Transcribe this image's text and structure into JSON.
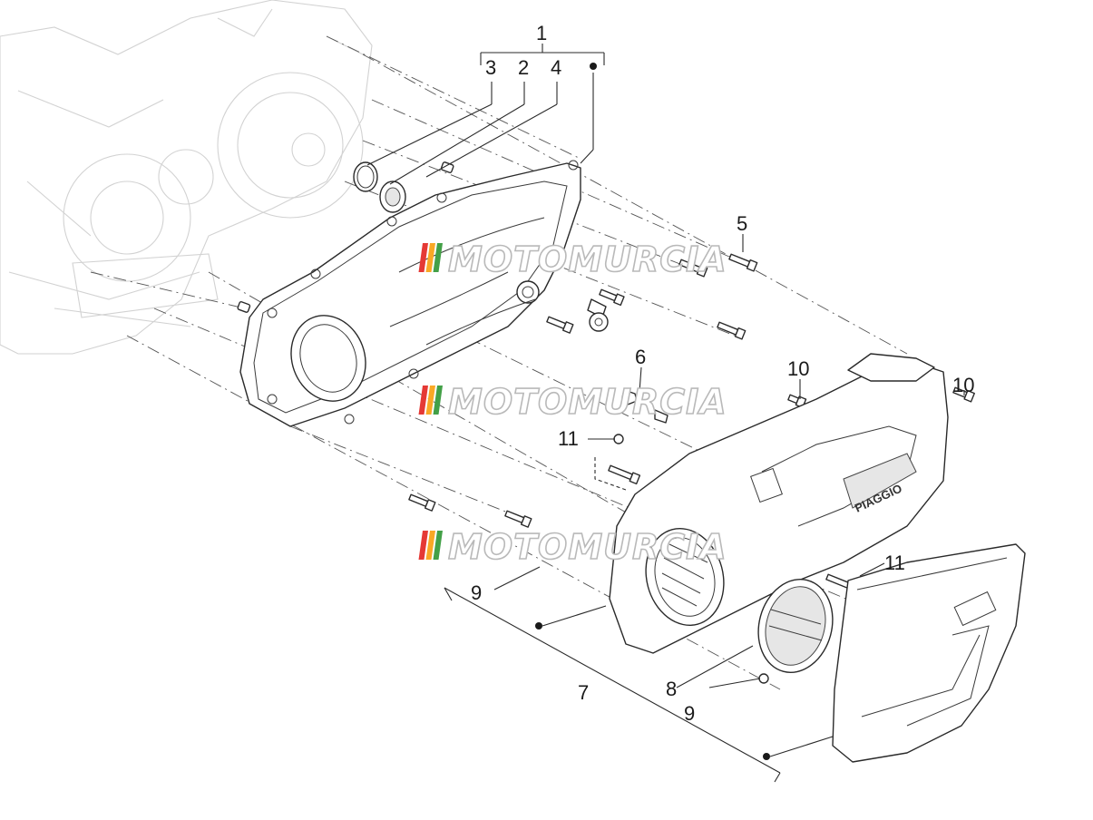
{
  "callouts": {
    "c1": "1",
    "c3": "3",
    "c2": "2",
    "c4": "4",
    "c5": "5",
    "c6": "6",
    "c10a": "10",
    "c10b": "10",
    "c11a": "11",
    "c11b": "11",
    "c9a": "9",
    "c9b": "9",
    "c7": "7",
    "c8": "8"
  },
  "watermark": {
    "text": "MOTOMURCIA",
    "colors": [
      "#e53935",
      "#f9a825",
      "#43a047",
      "#1e88e5"
    ]
  },
  "logo_text": "PIAGGIO"
}
